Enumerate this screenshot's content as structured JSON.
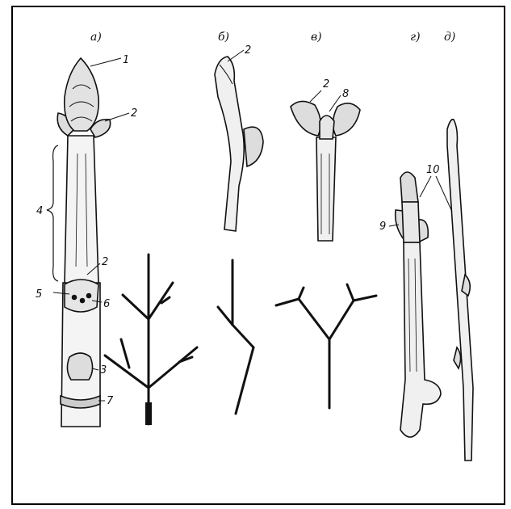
{
  "panels": [
    {
      "id": "a",
      "label": "а)"
    },
    {
      "id": "b",
      "label": "б)"
    },
    {
      "id": "v",
      "label": "в)"
    },
    {
      "id": "g",
      "label": "г)"
    },
    {
      "id": "d",
      "label": "д)"
    }
  ],
  "callouts": [
    "1",
    "2",
    "2",
    "4",
    "5",
    "6",
    "3",
    "7",
    "2",
    "2",
    "8",
    "10",
    "9"
  ]
}
